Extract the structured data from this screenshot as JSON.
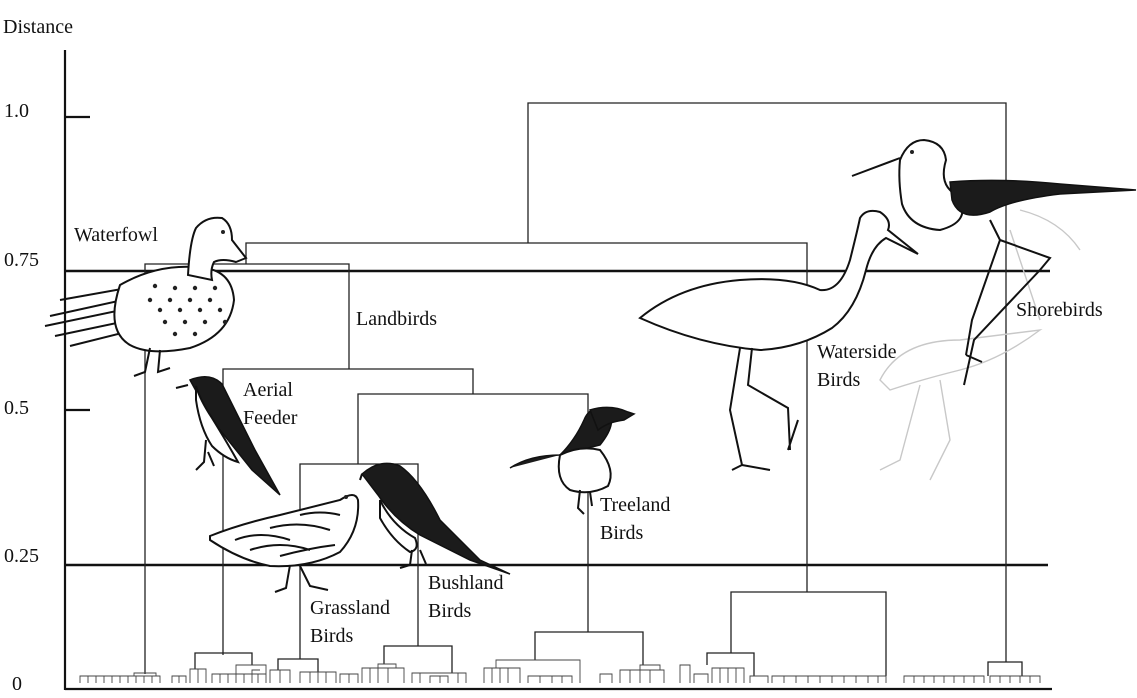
{
  "figure": {
    "axis_title": "Distance",
    "ticks": [
      "1.0",
      "0.75",
      "0.5",
      "0.25",
      "0"
    ]
  },
  "groups": {
    "waterfowl": "Waterfowl",
    "landbirds": "Landbirds",
    "aerial_feeder": [
      "Aerial",
      "Feeder"
    ],
    "grassland": [
      "Grassland",
      "Birds"
    ],
    "bushland": [
      "Bushland",
      "Birds"
    ],
    "treeland": [
      "Treeland",
      "Birds"
    ],
    "waterside": [
      "Waterside",
      "Birds"
    ],
    "shorebirds": "Shorebirds"
  },
  "icons": {
    "duck": "duck-illustration",
    "swallow": "swallow-illustration",
    "quail": "quail-illustration",
    "finch": "finch-illustration",
    "warbler": "warbler-illustration",
    "egret": "egret-illustration",
    "stilt": "stilt-illustration"
  }
}
